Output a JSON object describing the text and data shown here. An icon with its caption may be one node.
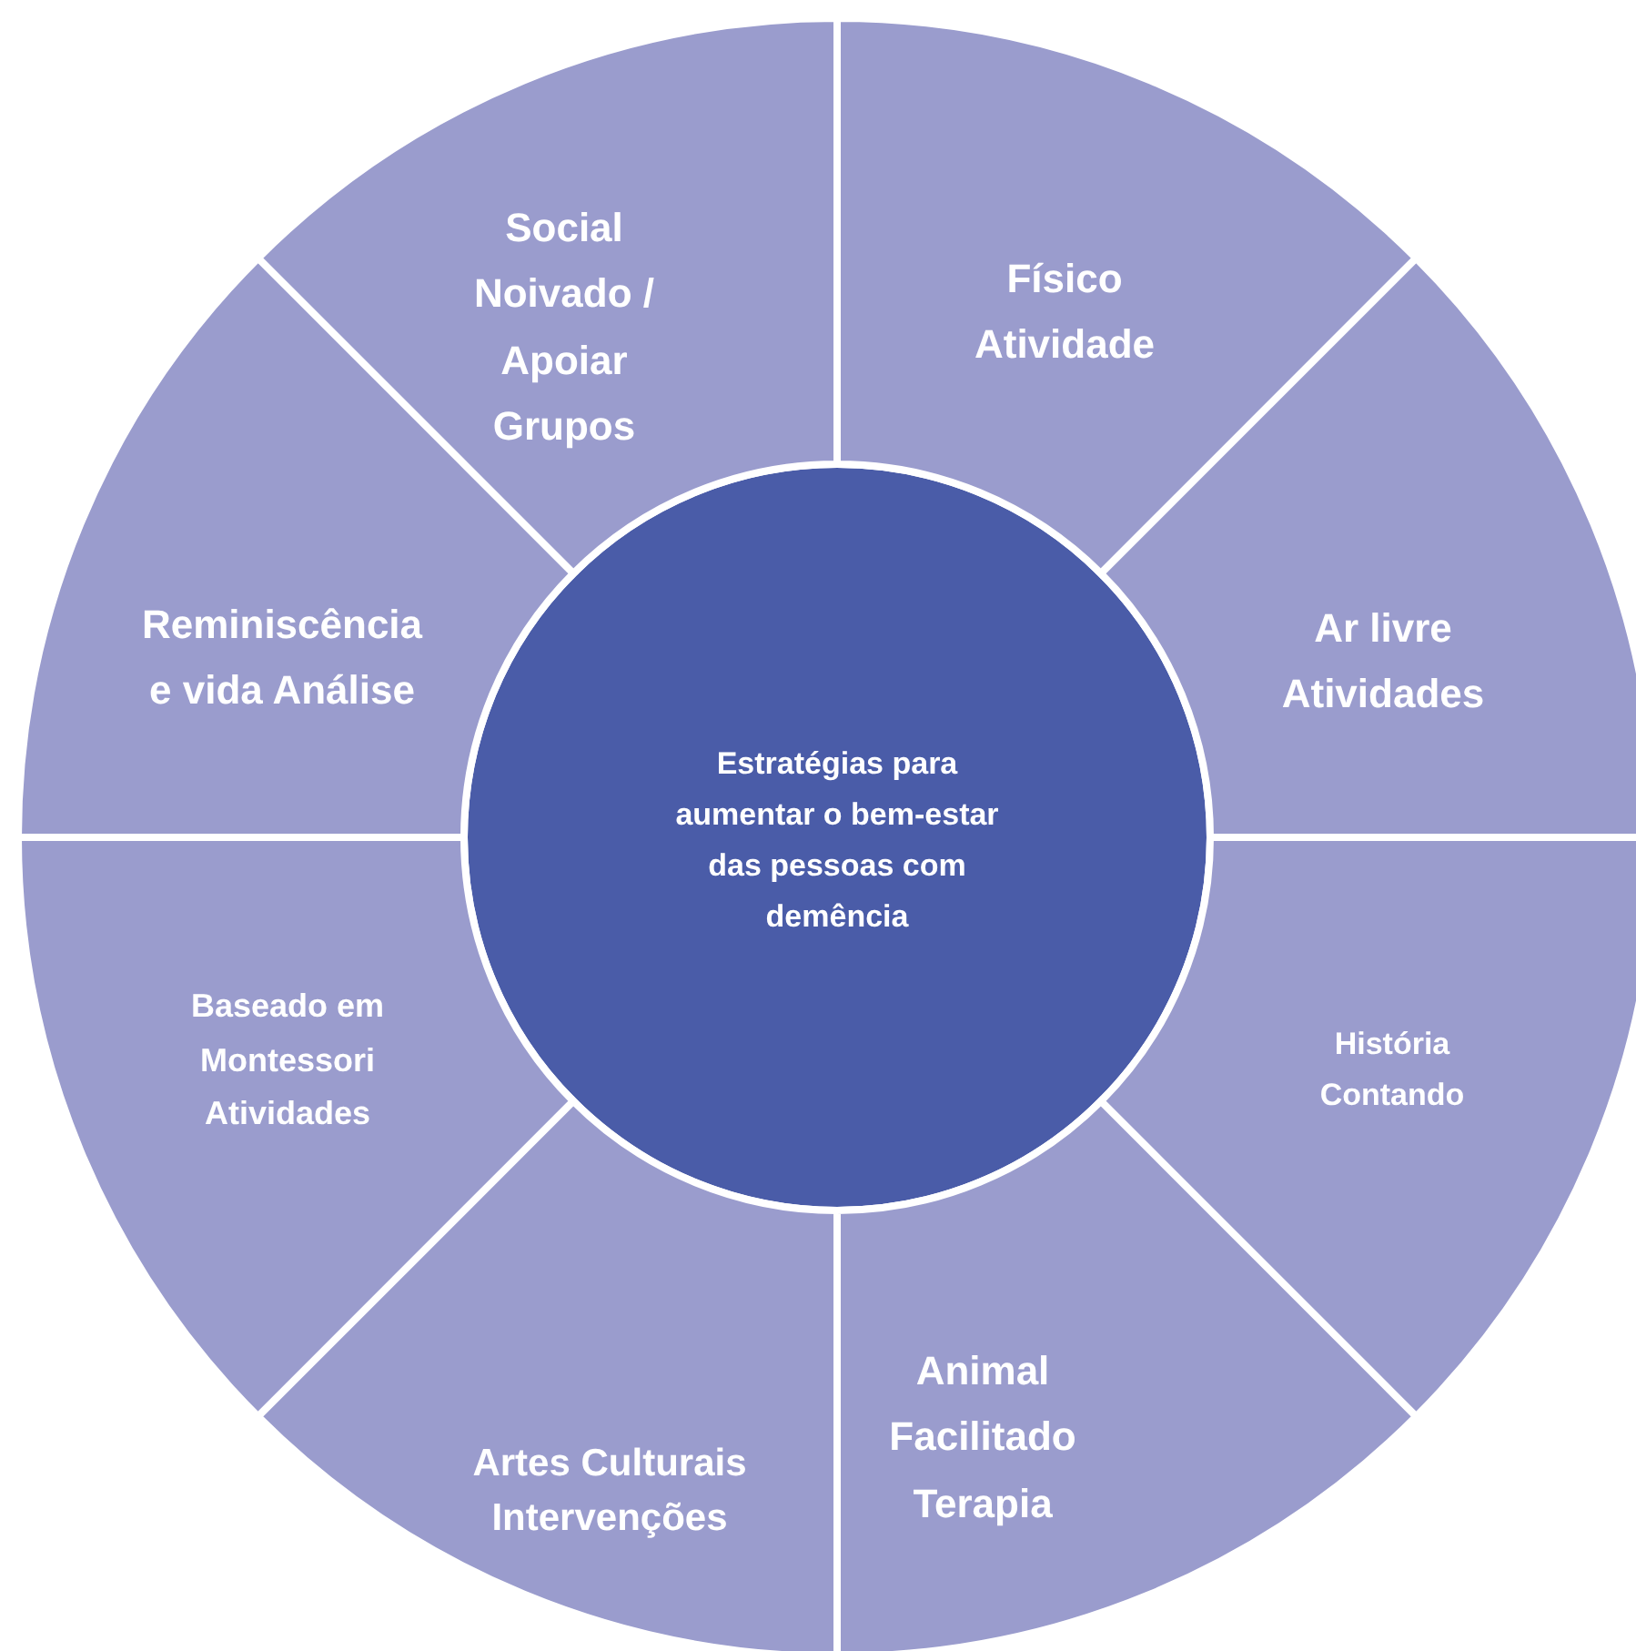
{
  "diagram": {
    "nodes": [
      {
        "text": [
          "Social Noivado / Apoiar Grupos"
        ]
      },
      {
        "text": [
          "Físico Atividade"
        ]
      },
      {
        "text": [
          "Reminiscência e vida Análise"
        ]
      },
      {
        "text": [
          "Ar livre Atividades"
        ]
      },
      {
        "text": [
          "Estratégias para aumentar o bem-estar das pessoas com demência"
        ]
      },
      {
        "text": [
          "Baseado em Montessori Atividades"
        ]
      },
      {
        "text": [
          "História Contando"
        ]
      },
      {
        "text": [
          "Artes Culturais Intervenções"
        ]
      },
      {
        "text": [
          "Animal Facilitado Terapia"
        ]
      }
    ]
  }
}
